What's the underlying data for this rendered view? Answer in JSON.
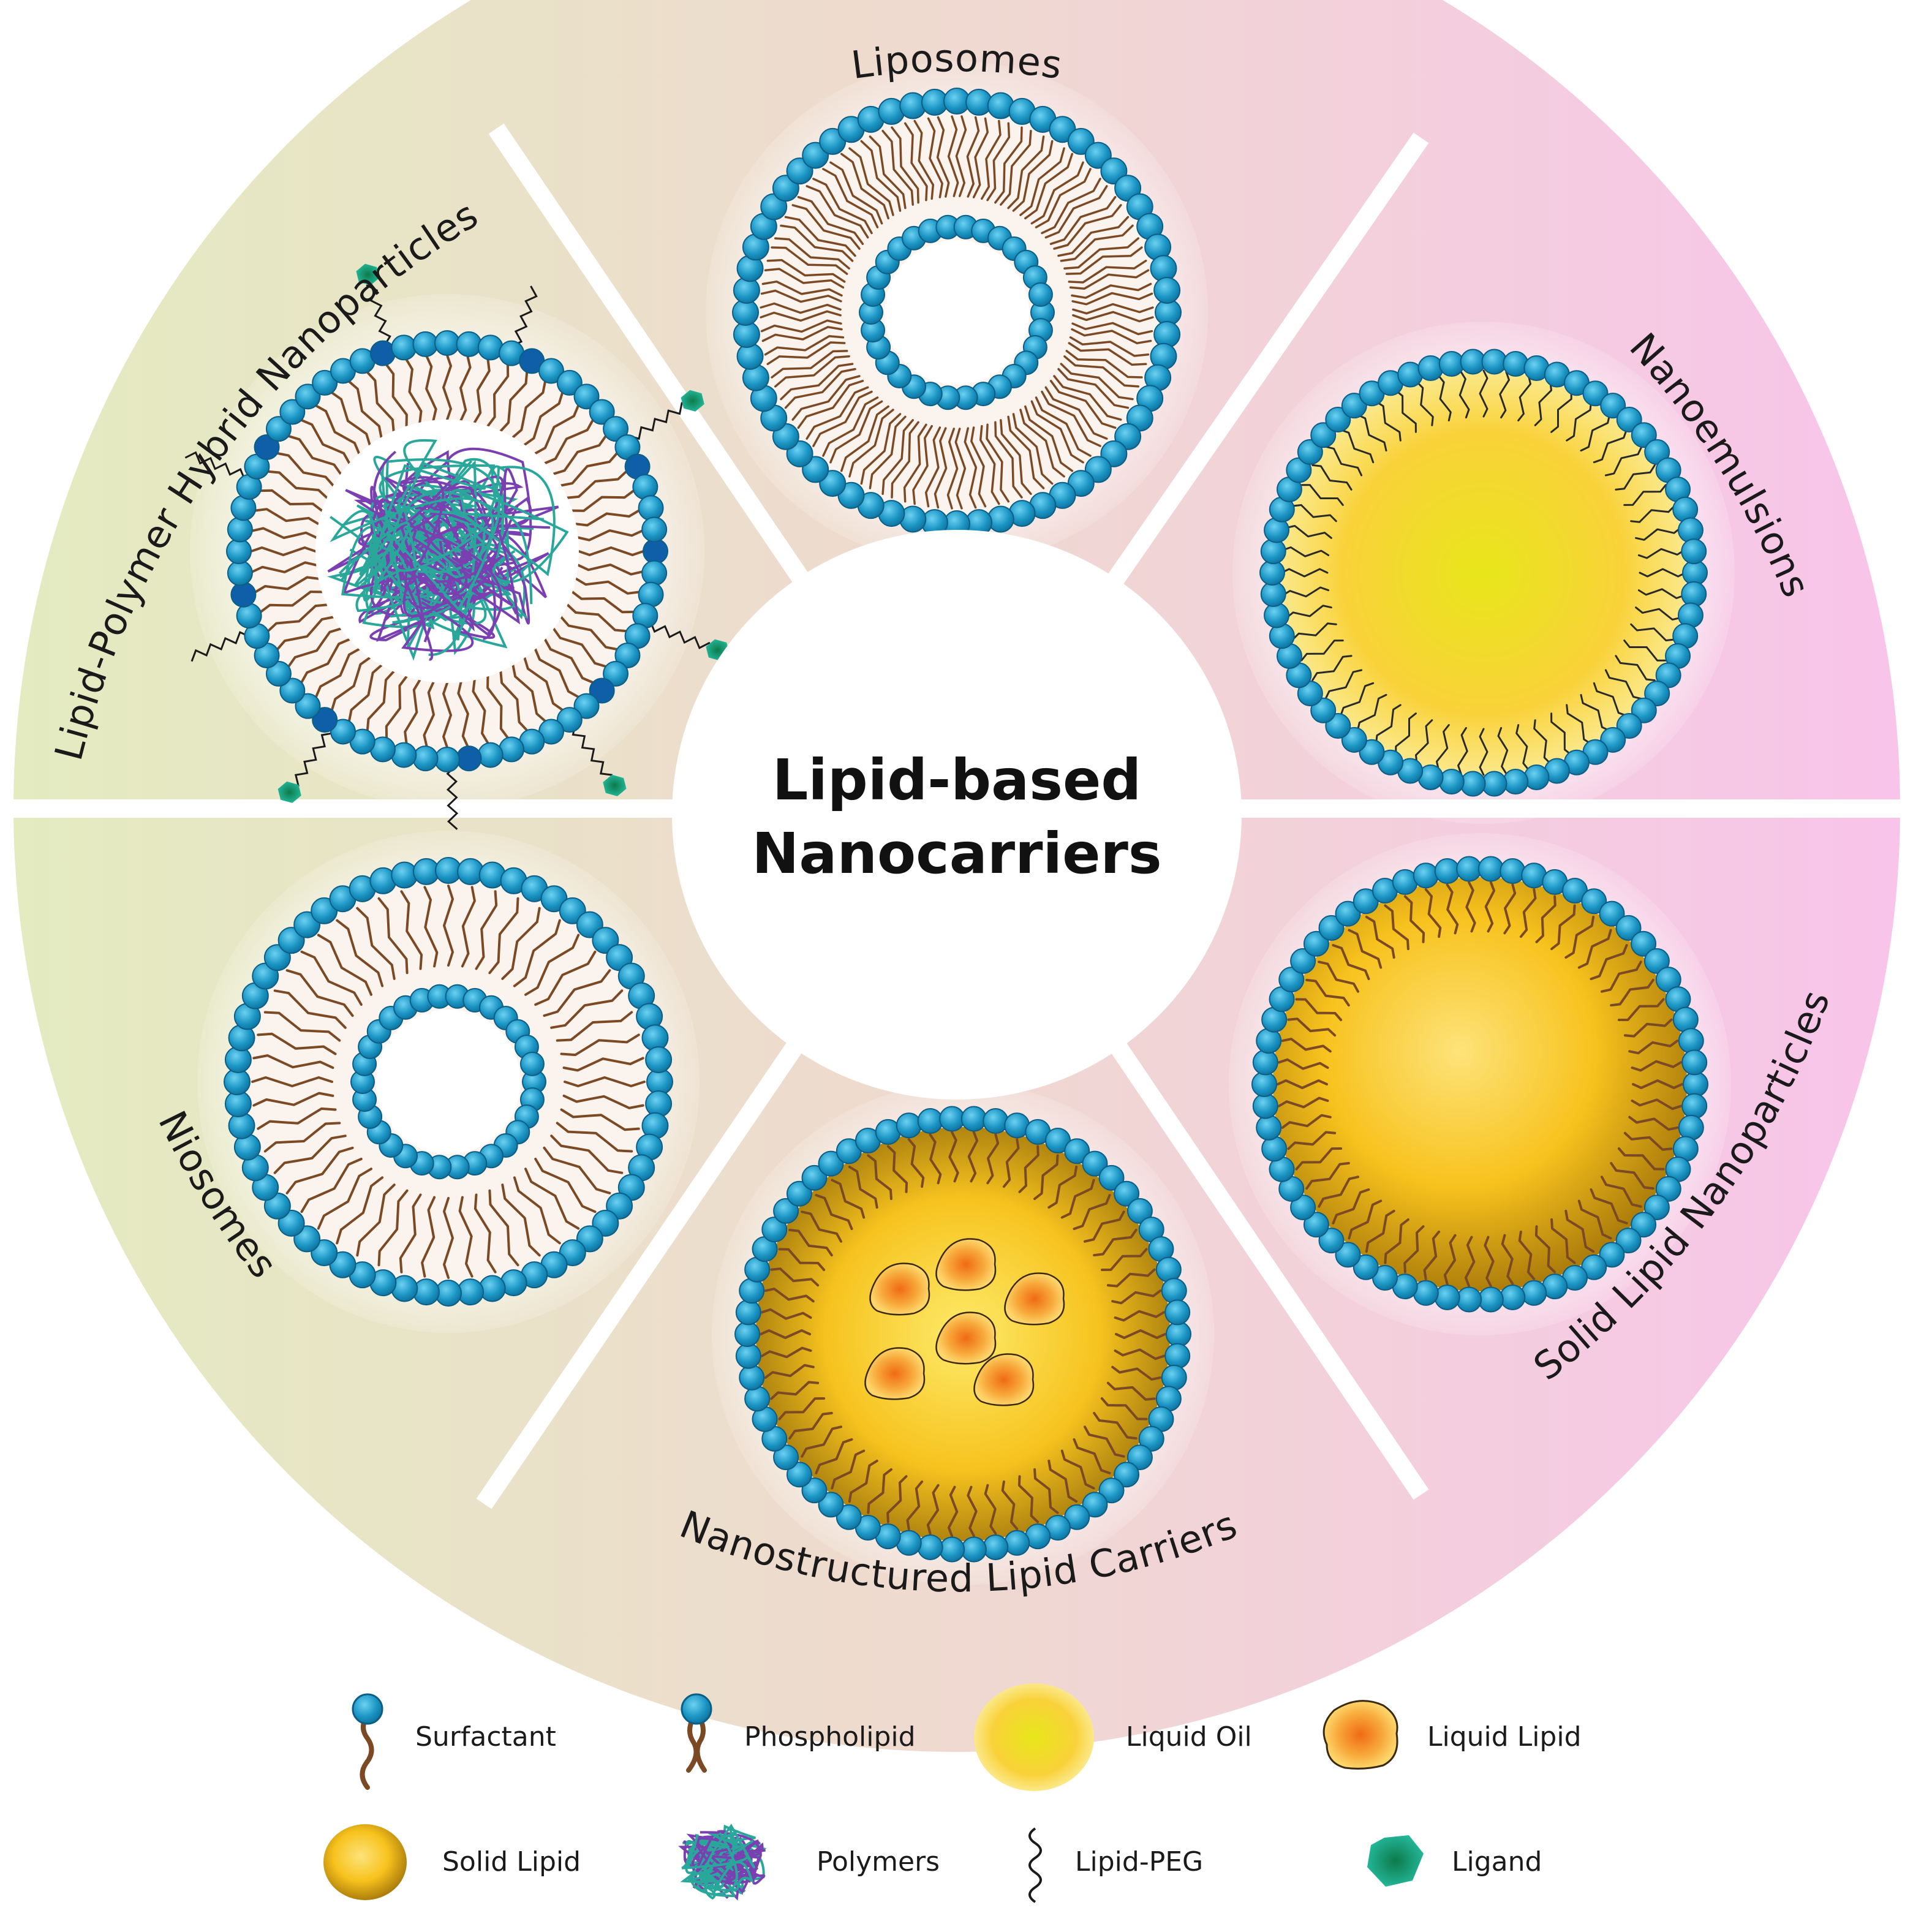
{
  "center": {
    "title_line1": "Lipid-based",
    "title_line2": "Nanocarriers"
  },
  "segments": {
    "liposomes": "Liposomes",
    "nanoemulsions": "Nanoemulsions",
    "solid_lipid": "Solid Lipid Nanoparticles",
    "nanostructured": "Nanostructured Lipid Carriers",
    "niosomes": "Niosomes",
    "hybrid": "Lipid-Polymer Hybrid Nanoparticles"
  },
  "legend": {
    "surfactant": "Surfactant",
    "phospholipid": "Phospholipid",
    "liquid_oil": "Liquid Oil",
    "liquid_lipid": "Liquid Lipid",
    "solid_lipid": "Solid Lipid",
    "polymers": "Polymers",
    "lipid_peg": "Lipid-PEG",
    "ligand": "Ligand"
  },
  "colors": {
    "head": "#1b95c4",
    "head_stroke": "#0b5e86",
    "tail": "#7b4a25",
    "ligand": "#1aa88c",
    "polymer_purple": "#7a3fb0",
    "polymer_teal": "#2aa79b",
    "segment_left": "#e6e8c4",
    "segment_mid": "#eddcd2",
    "segment_right": "#f6c8e6"
  }
}
